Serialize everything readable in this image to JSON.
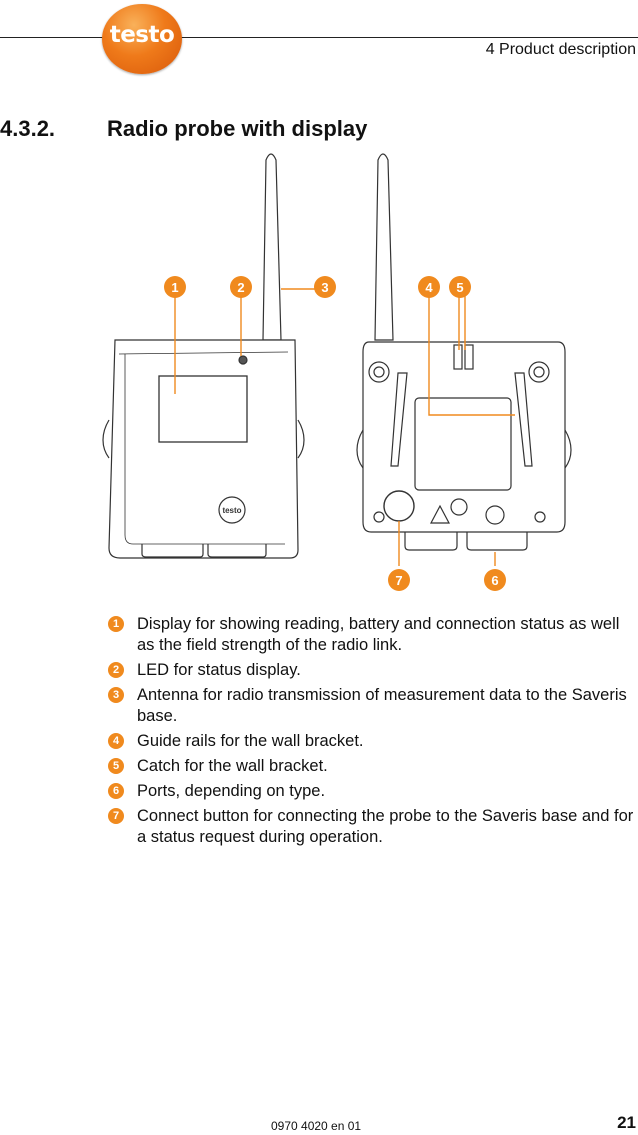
{
  "header": {
    "logo": "testo",
    "section": "4 Product description"
  },
  "heading": {
    "number": "4.3.2.",
    "title": "Radio probe with display"
  },
  "figure": {
    "callouts": [
      "1",
      "2",
      "3",
      "4",
      "5",
      "6",
      "7"
    ],
    "device_logo": "testo",
    "accent_color": "#f08a1e"
  },
  "legend": [
    {
      "num": "1",
      "text": "Display for showing reading, battery and connection status as well as the field strength of the radio link."
    },
    {
      "num": "2",
      "text": "LED for status display."
    },
    {
      "num": "3",
      "text": "Antenna for radio transmission of measurement data to the Saveris base."
    },
    {
      "num": "4",
      "text": "Guide rails for the wall bracket."
    },
    {
      "num": "5",
      "text": "Catch for the wall bracket."
    },
    {
      "num": "6",
      "text": "Ports, depending on type."
    },
    {
      "num": "7",
      "text": "Connect button for connecting the probe to the Saveris base and for a status request during operation."
    }
  ],
  "footer": {
    "code": "0970 4020 en 01",
    "page": "21"
  }
}
